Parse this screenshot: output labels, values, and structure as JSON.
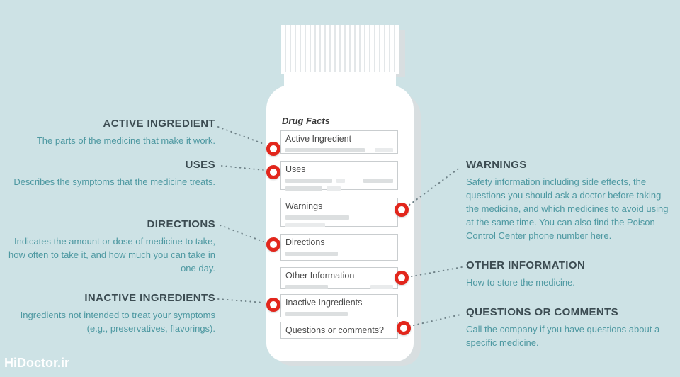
{
  "colors": {
    "background": "#cde2e5",
    "heading": "#3c4c52",
    "body": "#4d98a1",
    "marker": "#e2261c",
    "connector": "#6f8288"
  },
  "watermark": "HiDoctor.ir",
  "bottle": {
    "label_title": "Drug Facts",
    "sections": [
      {
        "title": "Active Ingredient"
      },
      {
        "title": "Uses"
      },
      {
        "title": "Warnings"
      },
      {
        "title": "Directions"
      },
      {
        "title": "Other Information"
      },
      {
        "title": "Inactive Ingredients"
      },
      {
        "title": "Questions or comments?"
      }
    ]
  },
  "callouts": {
    "left": [
      {
        "heading": "ACTIVE INGREDIENT",
        "body": "The parts of the medicine that make it work."
      },
      {
        "heading": "USES",
        "body": "Describes the symptoms that the medicine treats."
      },
      {
        "heading": "DIRECTIONS",
        "body": "Indicates the amount or dose of medicine to take, how often to take it, and how much you can take in one day."
      },
      {
        "heading": "INACTIVE INGREDIENTS",
        "body": "Ingredients not intended to treat your symptoms (e.g., preservatives, flavorings)."
      }
    ],
    "right": [
      {
        "heading": "WARNINGS",
        "body": "Safety information including side effects, the questions you should ask a doctor before taking the medicine, and which medicines to avoid using at the same time. You can also find the Poison Control Center phone number here."
      },
      {
        "heading": "OTHER INFORMATION",
        "body": "How to store the medicine."
      },
      {
        "heading": "QUESTIONS OR COMMENTS",
        "body": "Call the company if you have questions about a specific medicine."
      }
    ]
  }
}
